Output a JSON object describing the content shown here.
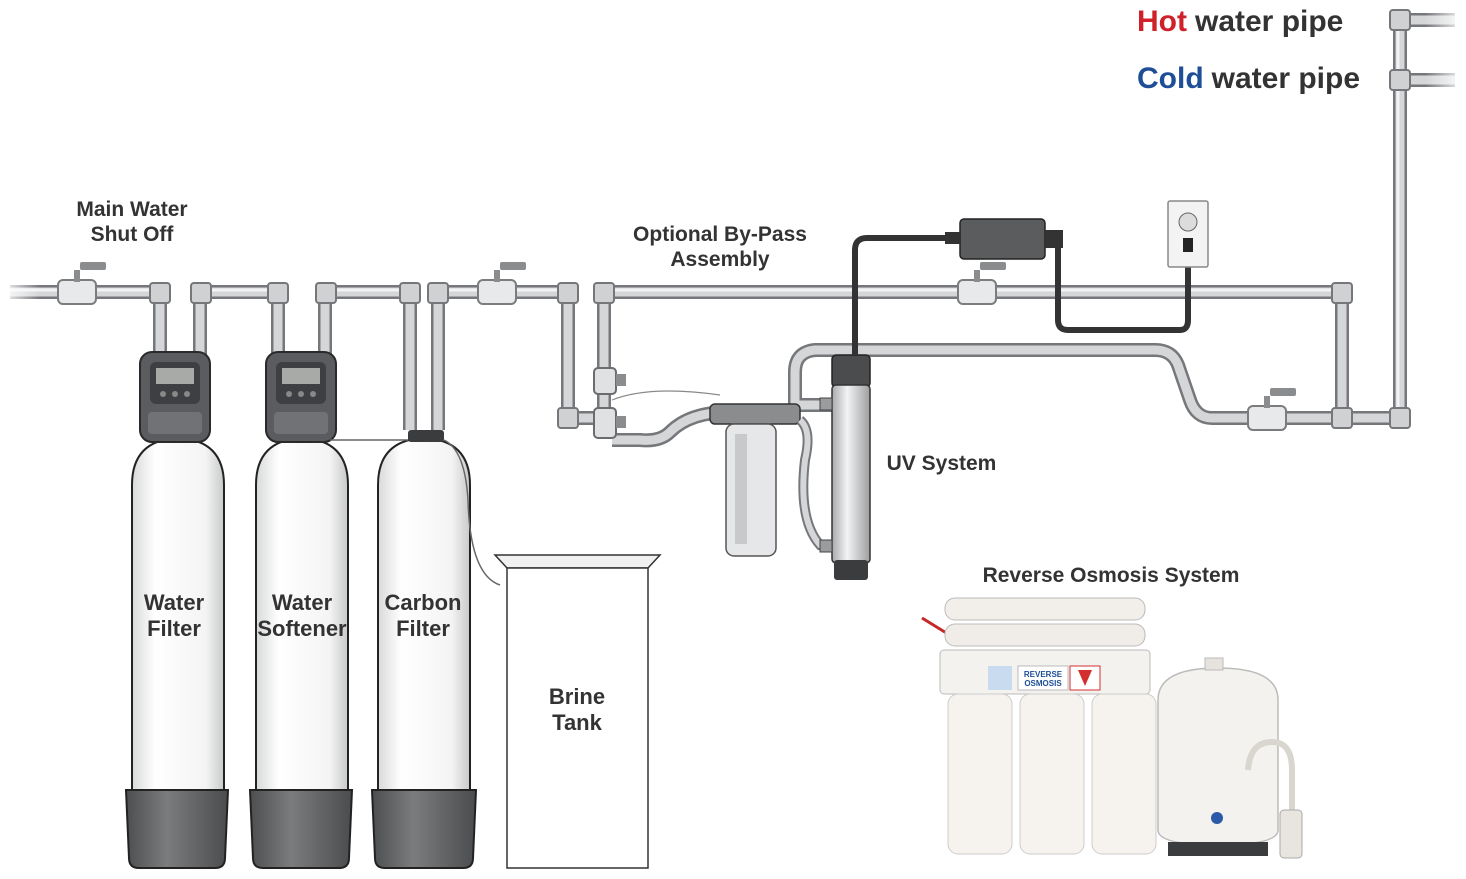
{
  "legend": {
    "hot": {
      "keyword": "Hot",
      "rest": "water pipe",
      "color": "#d0202a"
    },
    "cold": {
      "keyword": "Cold",
      "rest": "water pipe",
      "color": "#1d4e96"
    }
  },
  "labels": {
    "main_shutoff": [
      "Main Water",
      "Shut Off"
    ],
    "bypass": [
      "Optional By-Pass",
      "Assembly"
    ],
    "uv_system": "UV System",
    "ro_system": "Reverse Osmosis System",
    "water_filter": [
      "Water",
      "Filter"
    ],
    "water_softener": [
      "Water",
      "Softener"
    ],
    "carbon_filter": [
      "Carbon",
      "Filter"
    ],
    "brine_tank": [
      "Brine",
      "Tank"
    ]
  },
  "ro_decal": [
    "REVERSE",
    "OSMOSIS"
  ],
  "colors": {
    "pipe": "#c4c6c8",
    "pipe_edge": "#6e7072",
    "tank_body": "#ffffff",
    "tank_base": "#707274",
    "control_head": "#55575a",
    "text": "#333333"
  }
}
